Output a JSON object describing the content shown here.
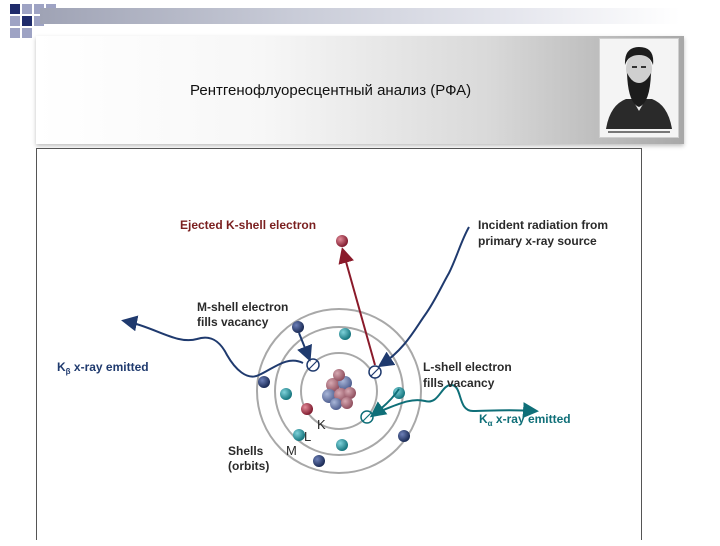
{
  "slide": {
    "title": "Рентгенофлуоресцентный анализ (РФА)"
  },
  "colors": {
    "accent_blue": "#1f2b6b",
    "square_light": "#9ea3c4",
    "arrow_red": "#8a1a2a",
    "arrow_teal": "#0f6f78",
    "arrow_navy": "#1f3a6e",
    "orbit_gray": "#a8a8a8",
    "label_dark": "#2a2a2a",
    "label_red": "#7a1f1f"
  },
  "diagram": {
    "labels": {
      "ejected": "Ejected K-shell electron",
      "incident_1": "Incident radiation from",
      "incident_2": "primary x-ray source",
      "mshell_1": "M-shell electron",
      "mshell_2": "fills vacancy",
      "kbeta_main": "K",
      "kbeta_sub": "β",
      "kbeta_rest": " x-ray emitted",
      "lshell_1": "L-shell electron",
      "lshell_2": "fills vacancy",
      "kalpha_main": "K",
      "kalpha_sub": "α",
      "kalpha_rest": " x-ray emitted",
      "shell_k": "K",
      "shell_l": "L",
      "shell_m": "M",
      "shells_1": "Shells",
      "shells_2": "(orbits)"
    }
  }
}
